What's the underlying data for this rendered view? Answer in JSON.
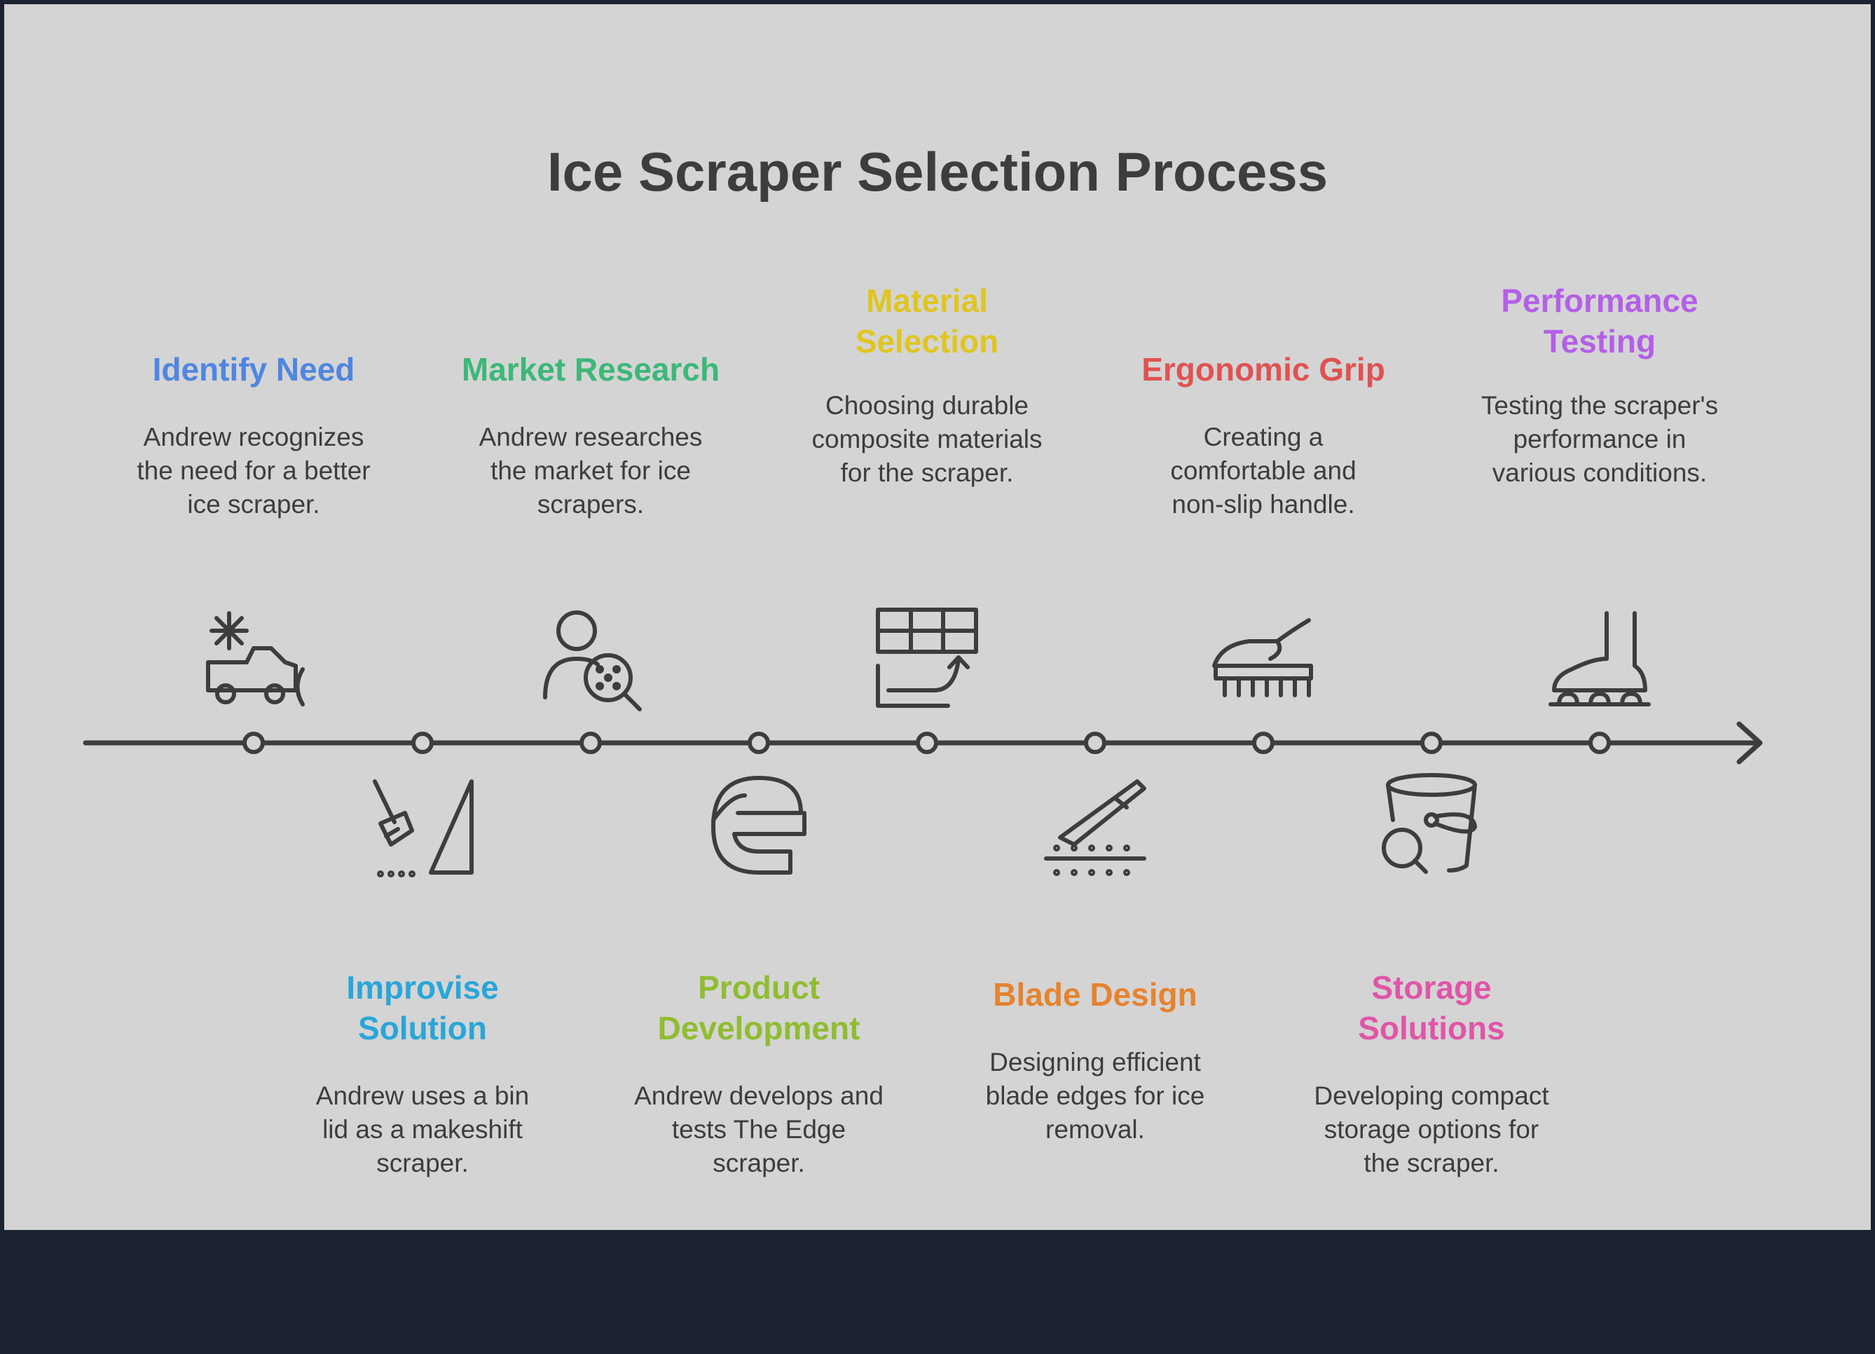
{
  "title": "Ice Scraper Selection Process",
  "steps": [
    {
      "heading": "Identify Need",
      "text": "Andrew recognizes the need for a better ice scraper.",
      "color": "#4f86e0",
      "icon": "car-snow-icon",
      "side": "top"
    },
    {
      "heading": "Improvise Solution",
      "text": "Andrew uses a bin lid as a makeshift scraper.",
      "color": "#29a6d8",
      "icon": "rake-icon",
      "side": "bottom"
    },
    {
      "heading": "Market Research",
      "text": "Andrew researches the market for ice scrapers.",
      "color": "#3cb878",
      "icon": "person-search-icon",
      "side": "top"
    },
    {
      "heading": "Product Development",
      "text": "Andrew develops and tests The Edge scraper.",
      "color": "#8fbd30",
      "icon": "edge-logo-icon",
      "side": "bottom"
    },
    {
      "heading": "Material Selection",
      "text": "Choosing durable composite materials for the scraper.",
      "color": "#e0c520",
      "icon": "materials-icon",
      "side": "top"
    },
    {
      "heading": "Blade Design",
      "text": "Designing efficient blade edges for ice removal.",
      "color": "#e6832e",
      "icon": "blade-icon",
      "side": "bottom"
    },
    {
      "heading": "Ergonomic Grip",
      "text": "Creating a comfortable and non-slip handle.",
      "color": "#e05252",
      "icon": "hand-grip-icon",
      "side": "top"
    },
    {
      "heading": "Storage Solutions",
      "text": "Developing compact storage options for the scraper.",
      "color": "#e055a8",
      "icon": "bucket-search-icon",
      "side": "bottom"
    },
    {
      "heading": "Performance Testing",
      "text": "Testing the scraper's performance in various conditions.",
      "color": "#b45fe8",
      "icon": "skate-icon",
      "side": "top"
    }
  ]
}
